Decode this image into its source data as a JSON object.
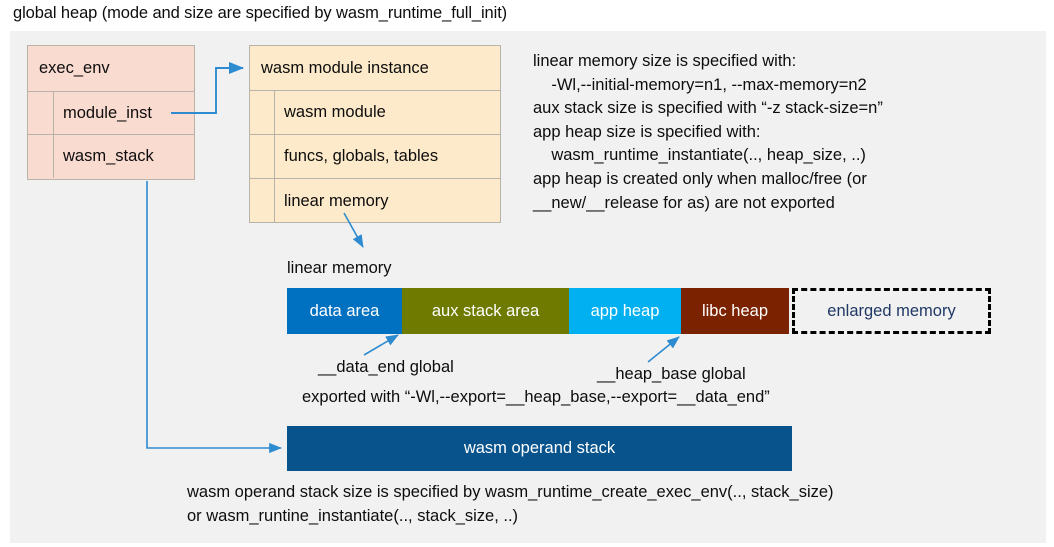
{
  "title": "global heap (mode and size are specified by wasm_runtime_full_init)",
  "exec_env": {
    "header": "exec_env",
    "rows": [
      {
        "label": "module_inst"
      },
      {
        "label": "wasm_stack"
      }
    ]
  },
  "module_instance": {
    "header": "wasm module instance",
    "rows": [
      {
        "label": "wasm module"
      },
      {
        "label": "funcs, globals, tables"
      },
      {
        "label": "linear memory"
      }
    ]
  },
  "notes": {
    "linear_memory_note": "linear memory size is specified with:\n    -Wl,--initial-memory=n1, --max-memory=n2\naux stack size is specified with “-z stack-size=n”\napp heap size is specified with:\n    wasm_runtime_instantiate(.., heap_size, ..)\napp heap is created only when malloc/free (or\n__new/__release for as) are not exported",
    "operand_stack_note": "wasm operand stack size is specified by wasm_runtime_create_exec_env(.., stack_size)\nor wasm_runtine_instantiate(.., stack_size, ..)"
  },
  "linear_memory": {
    "label": "linear memory",
    "segments": [
      {
        "label": "data area",
        "color": "#0070c0",
        "text_color": "#ffffff",
        "width": 115,
        "style": "solid"
      },
      {
        "label": "aux stack area",
        "color": "#6e7b00",
        "text_color": "#ffffff",
        "width": 167,
        "style": "solid"
      },
      {
        "label": "app heap",
        "color": "#00b0f0",
        "text_color": "#ffffff",
        "width": 112,
        "style": "solid"
      },
      {
        "label": "libc heap",
        "color": "#7b2200",
        "text_color": "#ffffff",
        "width": 108,
        "style": "solid"
      },
      {
        "label": "enlarged memory",
        "color": "#f1f1f1",
        "text_color": "#1f3864",
        "width": 199,
        "style": "dashed"
      }
    ],
    "annotations": {
      "data_end": "__data_end global",
      "heap_base": "__heap_base global",
      "exported": "exported with “-Wl,--export=__heap_base,--export=__data_end”"
    }
  },
  "operand_stack": {
    "label": "wasm operand stack"
  },
  "colors": {
    "panel_bg": "#f1f1f1",
    "exec_env_fill": "#fadbd0",
    "module_inst_fill": "#fdeaca",
    "box_border": "#b8b3a8",
    "connector": "#2e8bd0",
    "operand_stack_fill": "#08538c",
    "text": "#0d0d0d"
  }
}
